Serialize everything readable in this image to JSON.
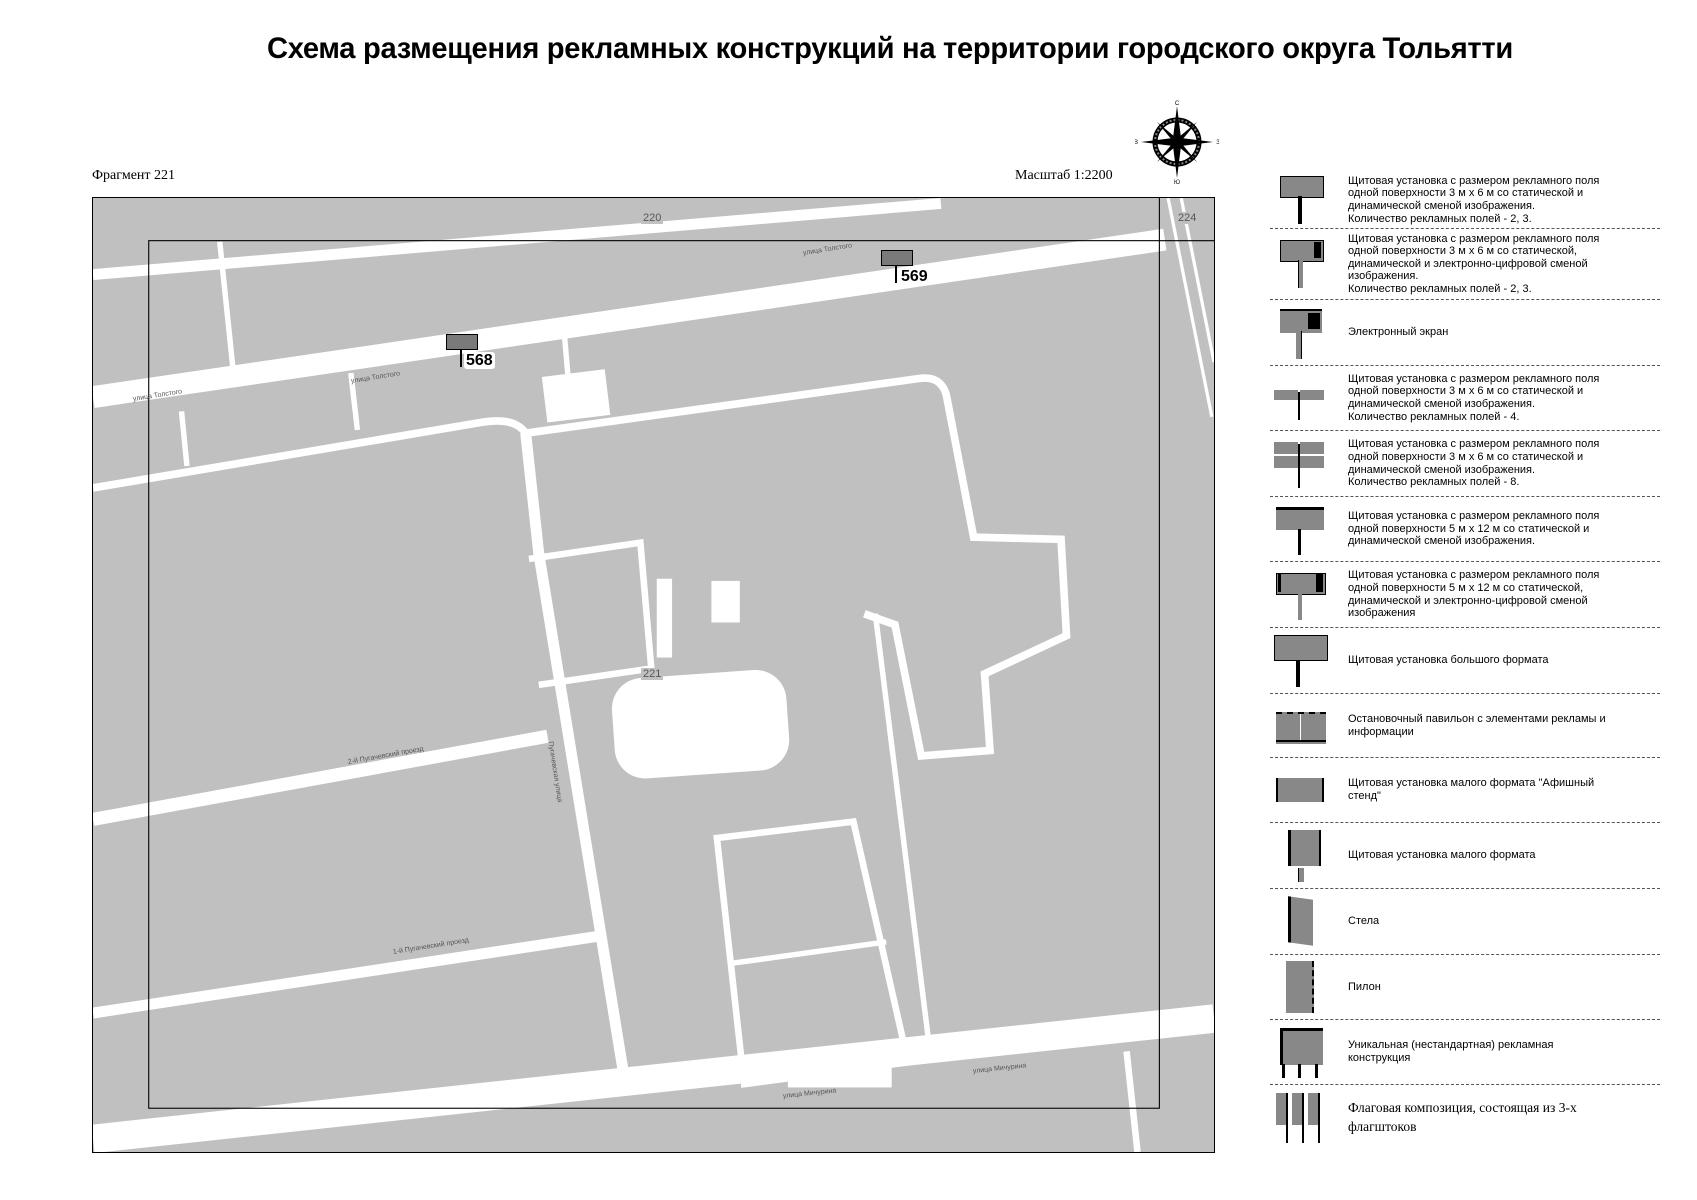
{
  "title": "Схема размещения рекламных конструкций на территории городского округа Тольятти",
  "fragment_label": "Фрагмент 221",
  "scale_label": "Масштаб 1:2200",
  "compass": {
    "icon": "compass-rose-icon",
    "north": "С",
    "south": "Ю",
    "west": "В",
    "east": "З"
  },
  "map": {
    "background_color": "#c0c0c0",
    "road_color": "#ffffff",
    "grid_numbers": [
      "220",
      "224",
      "221"
    ],
    "streets": [
      "улица Толстого",
      "улица Толстого",
      "улица Толстого",
      "2-й Пугачевский проезд",
      "1-й Пугачевский проезд",
      "Пугачевская улица",
      "улица Мичурина",
      "улица Мичурина"
    ],
    "markers": [
      {
        "number": "568",
        "type": "billboard-3x6-icon"
      },
      {
        "number": "569",
        "type": "billboard-3x6-icon"
      }
    ]
  },
  "legend": [
    {
      "icon": "billboard-3x6-icon",
      "text": "Щитовая установка с размером рекламного поля\nодной поверхности 3 м х 6 м со статической и\nдинамической сменой изображения.\nКоличество рекламных полей - 2, 3."
    },
    {
      "icon": "billboard-3x6-digital-icon",
      "text": "Щитовая установка с размером рекламного поля\nодной поверхности 3 м х 6 м со статической,\nдинамической и электронно-цифровой сменой\nизображения.\nКоличество рекламных полей - 2, 3."
    },
    {
      "icon": "electronic-screen-icon",
      "text": "Электронный экран"
    },
    {
      "icon": "billboard-4-fields-icon",
      "text": "Щитовая установка с размером рекламного поля\nодной поверхности 3 м х 6 м со статической и\nдинамической сменой изображения.\nКоличество рекламных полей - 4."
    },
    {
      "icon": "billboard-8-fields-icon",
      "text": "Щитовая установка с размером рекламного поля\nодной поверхности 3 м х 6 м со статической и\nдинамической сменой изображения.\nКоличество рекламных полей - 8."
    },
    {
      "icon": "billboard-5x12-icon",
      "text": "Щитовая установка с размером рекламного поля\nодной поверхности 5 м х 12 м со статической и\nдинамической сменой изображения."
    },
    {
      "icon": "billboard-5x12-digital-icon",
      "text": "Щитовая установка с размером рекламного поля\nодной поверхности 5 м х 12 м со статической,\nдинамической и электронно-цифровой сменой\nизображения"
    },
    {
      "icon": "large-format-billboard-icon",
      "text": "Щитовая установка большого формата"
    },
    {
      "icon": "bus-stop-pavilion-icon",
      "text": "Остановочный павильон с элементами рекламы и\nинформации"
    },
    {
      "icon": "poster-stand-icon",
      "text": "Щитовая установка малого формата \"Афишный\nстенд\""
    },
    {
      "icon": "small-format-billboard-icon",
      "text": "Щитовая установка малого формата"
    },
    {
      "icon": "stela-icon",
      "text": "Стела"
    },
    {
      "icon": "pylon-icon",
      "text": "Пилон"
    },
    {
      "icon": "unique-structure-icon",
      "text": "Уникальная (нестандартная) рекламная\nконструкция"
    },
    {
      "icon": "flag-composition-icon",
      "text": "Флаговая композиция, состоящая из 3-х\nфлагштоков"
    }
  ]
}
